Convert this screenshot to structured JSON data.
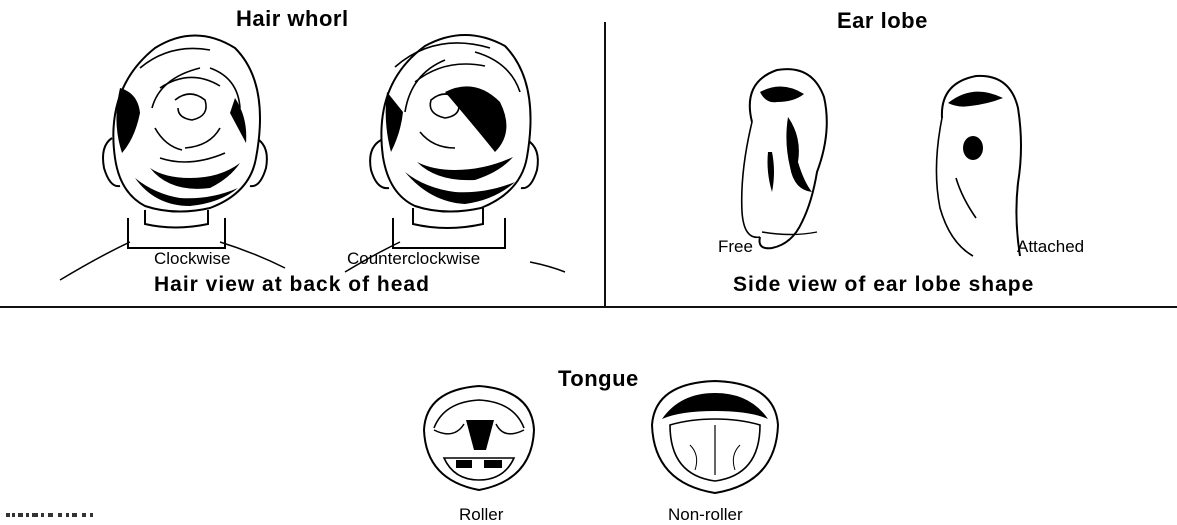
{
  "hair_section": {
    "title": "Hair whorl",
    "caption": "Hair view at back of head",
    "left_label": "Clockwise",
    "right_label": "Counterclockwise",
    "left_icon": "head-back-clockwise-icon",
    "right_icon": "head-back-counterclockwise-icon"
  },
  "ear_section": {
    "title": "Ear lobe",
    "caption": "Side view of ear lobe shape",
    "left_label": "Free",
    "right_label": "Attached",
    "left_icon": "ear-free-lobe-icon",
    "right_icon": "ear-attached-lobe-icon"
  },
  "tongue_section": {
    "title": "Tongue",
    "left_label": "Roller",
    "right_label": "Non-roller",
    "left_icon": "tongue-roller-icon",
    "right_icon": "tongue-non-roller-icon"
  },
  "colors": {
    "ink": "#000000",
    "background": "#ffffff"
  }
}
